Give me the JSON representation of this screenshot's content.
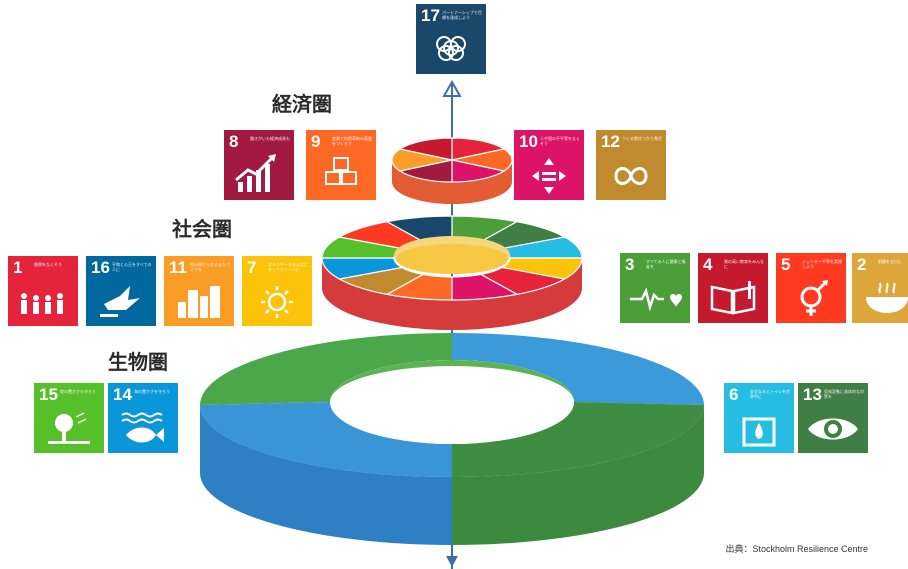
{
  "labels": {
    "economy": "経済圏",
    "society": "社会圏",
    "biosphere": "生物圏"
  },
  "credit": "出典：Stockholm Resilience Centre",
  "colors": {
    "axis": "#3d6fa8",
    "economy_top": [
      "#e5243b",
      "#fd6925",
      "#dd1367",
      "#a21942",
      "#f99d26",
      "#c5192d"
    ],
    "society_top": [
      "#4c9f38",
      "#3f7e44",
      "#26bde2",
      "#fcc30b",
      "#e5243b",
      "#dd1367",
      "#fd6925",
      "#bf8b2e",
      "#0a97d9",
      "#56c02b",
      "#ff3a21",
      "#19486a"
    ],
    "biosphere_green": "#56a845",
    "biosphere_blue": "#3b9ad9"
  },
  "goals": {
    "g17": {
      "num": "17",
      "caption": "パートナーシップで目標を達成しよう",
      "color": "#19486a",
      "icon": "flower-icon"
    },
    "g8": {
      "num": "8",
      "caption": "働きがいも経済成長も",
      "color": "#a21942",
      "icon": "growth-chart-icon"
    },
    "g9": {
      "num": "9",
      "caption": "産業と技術革新の基盤をつくろう",
      "color": "#fd6925",
      "icon": "cubes-icon"
    },
    "g10": {
      "num": "10",
      "caption": "人や国の不平等をなくそう",
      "color": "#dd1367",
      "icon": "equality-arrows-icon"
    },
    "g12": {
      "num": "12",
      "caption": "つくる責任つかう責任",
      "color": "#bf8b2e",
      "icon": "infinity-icon"
    },
    "g1": {
      "num": "1",
      "caption": "貧困をなくそう",
      "color": "#e5243b",
      "icon": "family-icon"
    },
    "g16": {
      "num": "16",
      "caption": "平和と公正をすべての人に",
      "color": "#00689d",
      "icon": "dove-icon"
    },
    "g11": {
      "num": "11",
      "caption": "住み続けられるまちづくりを",
      "color": "#f99d26",
      "icon": "city-icon"
    },
    "g7": {
      "num": "7",
      "caption": "エネルギーをみんなにそしてクリーンに",
      "color": "#fcc30b",
      "icon": "sun-icon"
    },
    "g3": {
      "num": "3",
      "caption": "すべての人に健康と福祉を",
      "color": "#4c9f38",
      "icon": "heartbeat-icon"
    },
    "g4": {
      "num": "4",
      "caption": "質の高い教育をみんなに",
      "color": "#c5192d",
      "icon": "book-icon"
    },
    "g5": {
      "num": "5",
      "caption": "ジェンダー平等を実現しよう",
      "color": "#ff3a21",
      "icon": "gender-icon"
    },
    "g2": {
      "num": "2",
      "caption": "飢餓をゼロに",
      "color": "#dda63a",
      "icon": "bowl-icon"
    },
    "g15": {
      "num": "15",
      "caption": "陸の豊かさも守ろう",
      "color": "#56c02b",
      "icon": "tree-icon"
    },
    "g14": {
      "num": "14",
      "caption": "海の豊かさを守ろう",
      "color": "#0a97d9",
      "icon": "fish-icon"
    },
    "g6": {
      "num": "6",
      "caption": "安全な水とトイレを世界中に",
      "color": "#26bde2",
      "icon": "water-drop-icon"
    },
    "g13": {
      "num": "13",
      "caption": "気候変動に具体的な対策を",
      "color": "#3f7e44",
      "icon": "eye-globe-icon"
    }
  }
}
